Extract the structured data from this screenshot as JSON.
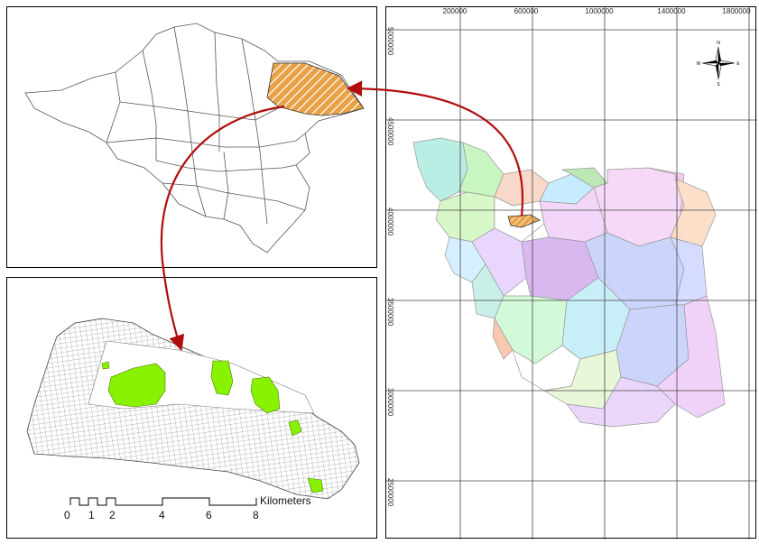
{
  "top_axis_ticks": [
    "200000",
    "600000",
    "1000000",
    "1400000",
    "1800000"
  ],
  "left_axis_ticks": [
    "5000000",
    "4500000",
    "4000000",
    "3500000",
    "3000000",
    "2500000"
  ],
  "scale_bar": {
    "labels": [
      "0",
      "1",
      "2",
      "4",
      "6",
      "8"
    ],
    "unit": "Kilometers"
  },
  "north_arrow": {
    "icon": "compass-rose-icon",
    "letters": [
      "N",
      "E",
      "S",
      "W"
    ]
  },
  "colors": {
    "highlight": "#e8a146",
    "hatch": "#ffffff",
    "park": "#88f200",
    "arrow": "#b10d0d",
    "grid": "#444444"
  }
}
